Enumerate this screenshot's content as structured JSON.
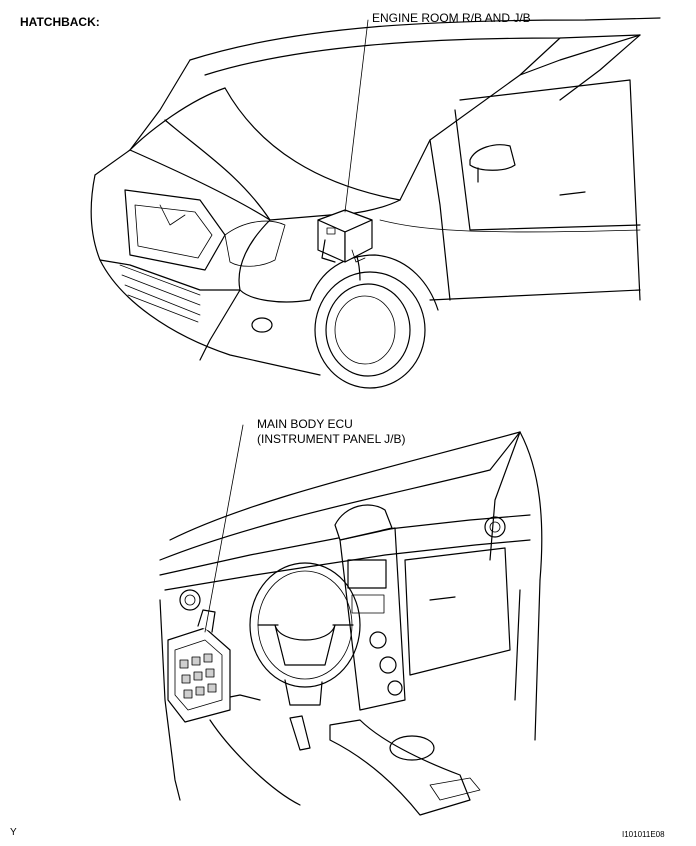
{
  "title": "HATCHBACK:",
  "labels": {
    "engine_room": "ENGINE ROOM R/B AND J/B",
    "main_body_ecu": "MAIN BODY ECU",
    "instrument_panel": "(INSTRUMENT PANEL J/B)"
  },
  "footer": {
    "left": "Y",
    "right": "I101011E08"
  }
}
